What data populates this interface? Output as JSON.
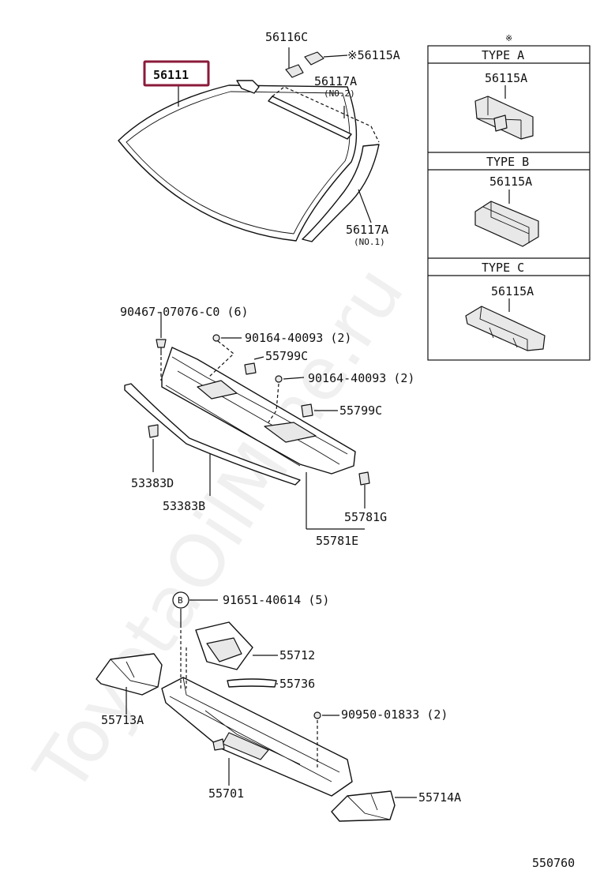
{
  "diagram": {
    "labels": {
      "p56116C": "56116C",
      "p56115A_top": "※56115A",
      "p56111": "56111",
      "p56117A_no2": "56117A",
      "no2": "(NO.2)",
      "p56117A_no1": "56117A",
      "no1": "(NO.1)",
      "p90467": "90467-07076-C0 (6)",
      "p90164_a": "90164-40093 (2)",
      "p55799C_a": "55799C",
      "p90164_b": "90164-40093 (2)",
      "p55799C_b": "55799C",
      "p53383D": "53383D",
      "p53383B": "53383B",
      "p55781G": "55781G",
      "p55781E": "55781E",
      "circleB": "B",
      "p91651": "91651-40614 (5)",
      "p55712": "55712",
      "p55736": "55736",
      "p55713A": "55713A",
      "p90950": "90950-01833 (2)",
      "p55701": "55701",
      "p55714A": "55714A",
      "code": "550760"
    },
    "types_box": {
      "mark": "※",
      "typeA": "TYPE   A",
      "typeA_part": "56115A",
      "typeB": "TYPE   B",
      "typeB_part": "56115A",
      "typeC": "TYPE   C",
      "typeC_part": "56115A"
    },
    "watermark": "ToyotaOilMine.ru",
    "highlight_color": "#8b1a3a"
  }
}
